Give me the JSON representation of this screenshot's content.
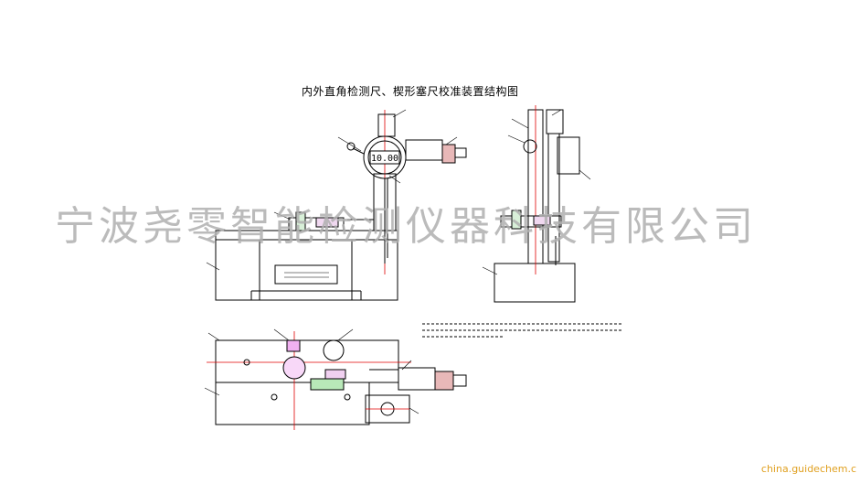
{
  "title": "内外直角检测尺、楔形塞尺校准装置结构图",
  "display": {
    "reading": "10.00"
  },
  "watermark": {
    "text": "宁波尧零智能检测仪器科技有限公司",
    "color": "#b0b0b0"
  },
  "footer": {
    "source": "china.guidechem.c"
  },
  "colors": {
    "outline": "#000000",
    "centerline": "#e00000",
    "accent_magenta": "#e000e0",
    "accent_green": "#00a000",
    "accent_blue": "#0000e0",
    "dimension": "#c08000"
  }
}
